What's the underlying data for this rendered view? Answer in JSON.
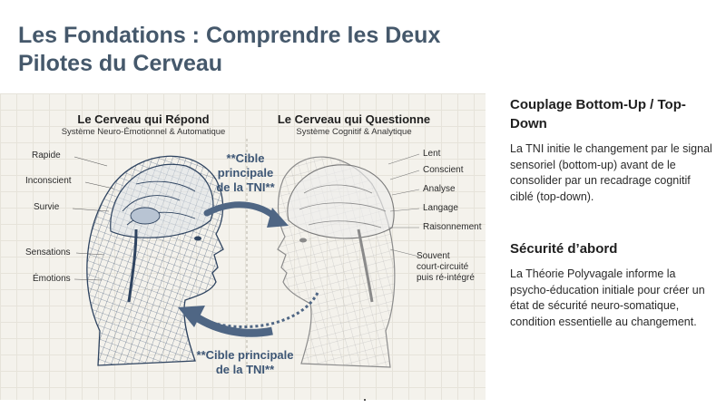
{
  "title": {
    "line1": "Les Fondations : Comprendre les Deux",
    "line2": "Pilotes du Cerveau"
  },
  "left_brain": {
    "title": "Le Cerveau qui Répond",
    "subtitle": "Système Neuro-Émotionnel & Automatique",
    "labels": [
      "Rapide",
      "Inconscient",
      "Survie",
      "Sensations",
      "Émotions"
    ]
  },
  "right_brain": {
    "title": "Le Cerveau qui Questionne",
    "subtitle": "Système Cognitif & Analytique",
    "labels": [
      "Lent",
      "Conscient",
      "Analyse",
      "Langage",
      "Raisonnement"
    ],
    "note": [
      "Souvent",
      "court-circuité",
      "puis ré-intégré"
    ]
  },
  "target_top": [
    "**Cible",
    "principale",
    "de la TNI**"
  ],
  "target_bottom": [
    "**Cible principale",
    "de la TNI**"
  ],
  "colors": {
    "title": "#45586b",
    "arrow": "#4f6684",
    "mesh": "#3e5473",
    "sketch": "#9a9a9a"
  },
  "sidebar": {
    "section1": {
      "heading": "Couplage Bottom-Up / Top-Down",
      "body": "La TNI initie le changement par le signal sensoriel (bottom-up) avant de le consolider par un recadrage cognitif ciblé (top-down)."
    },
    "section2": {
      "heading": "Sécurité d’abord",
      "body": "La Théorie Polyvagale informe la psycho-éducation initiale pour créer un état de sécurité neuro-somatique, condition essentielle au changement."
    }
  }
}
